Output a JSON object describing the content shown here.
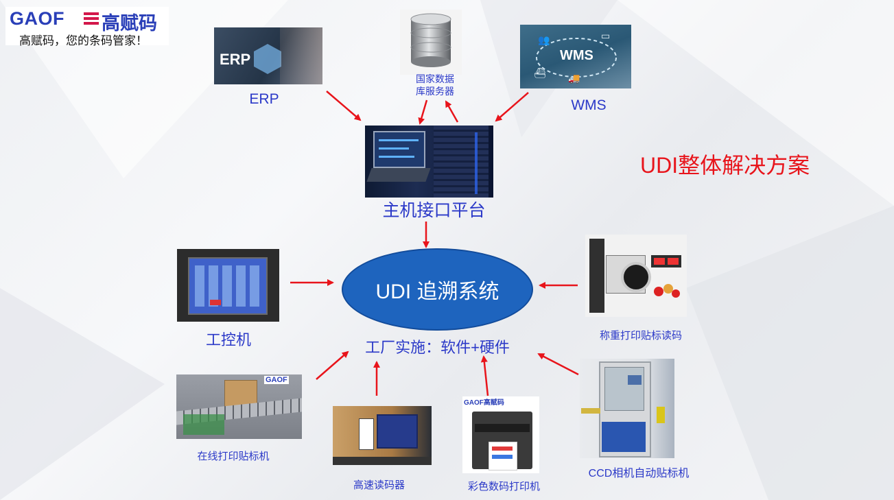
{
  "logo": {
    "brand_latin": "GAOF",
    "brand_cn": "高赋码",
    "slogan": "高赋码，您的条码管家！"
  },
  "title": "UDI整体解决方案",
  "center": {
    "label": "UDI 追溯系统",
    "sub_label": "工厂实施：软件+硬件"
  },
  "host": {
    "label": "主机接口平台"
  },
  "top_nodes": {
    "erp": {
      "label": "ERP",
      "image_text": "ERP"
    },
    "db": {
      "label_line1": "国家数据",
      "label_line2": "库服务器"
    },
    "wms": {
      "label": "WMS",
      "image_text": "WMS"
    }
  },
  "side_nodes": {
    "ipc": {
      "label": "工控机"
    },
    "weigh": {
      "label": "称重打印贴标读码"
    }
  },
  "bottom_nodes": {
    "inline": {
      "label": "在线打印贴标机",
      "image_text": "GAOF"
    },
    "reader": {
      "label": "高速读码器"
    },
    "color": {
      "label": "彩色数码打印机",
      "image_text": "GAOF高赋码"
    },
    "ccd": {
      "label": "CCD相机自动贴标机"
    }
  },
  "colors": {
    "arrow": "#e8141b",
    "label_blue": "#2b39c8",
    "title_red": "#e8141b",
    "ellipse": "#1e64be"
  }
}
